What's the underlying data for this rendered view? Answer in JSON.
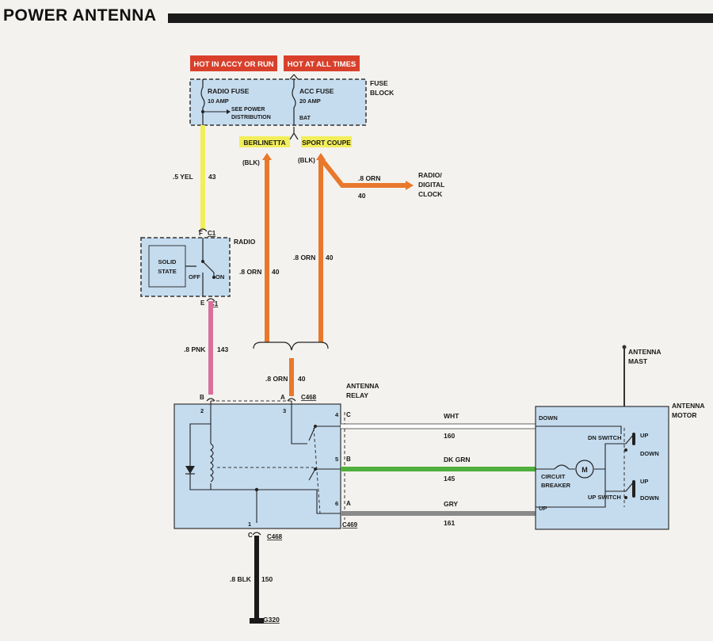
{
  "title": "POWER ANTENNA",
  "hot": {
    "accy": "HOT IN ACCY OR RUN",
    "always": "HOT AT ALL TIMES"
  },
  "fuse_block": {
    "label1": "FUSE",
    "label2": "BLOCK",
    "radio_fuse": "RADIO FUSE",
    "radio_amp": "10 AMP",
    "see1": "SEE POWER",
    "see2": "DISTRIBUTION",
    "acc_fuse": "ACC FUSE",
    "acc_amp": "20 AMP",
    "bat": "BAT"
  },
  "models": {
    "berlinetta": "BERLINETTA",
    "sport_coupe": "SPORT COUPE",
    "blk": "(BLK)"
  },
  "wires": {
    "yel_size": ".5 YEL",
    "yel_num": "43",
    "orn_size": ".8 ORN",
    "orn_num": "40",
    "pnk_size": ".8 PNK",
    "pnk_num": "143",
    "blk_size": ".8 BLK",
    "blk_num": "150",
    "wht": "WHT",
    "wht_num": "160",
    "dkgrn": "DK GRN",
    "dkgrn_num": "145",
    "gry": "GRY",
    "gry_num": "161"
  },
  "radio_clock": {
    "line1": "RADIO/",
    "line2": "DIGITAL",
    "line3": "CLOCK"
  },
  "radio": {
    "label": "RADIO",
    "ss1": "SOLID",
    "ss2": "STATE",
    "off": "OFF",
    "on": "ON"
  },
  "connectors": {
    "f": "F",
    "c1": "C1",
    "e": "E",
    "b": "B",
    "a": "A",
    "c468": "C468",
    "c469": "C469",
    "c": "C",
    "g320": "G320"
  },
  "relay": {
    "label1": "ANTENNA",
    "label2": "RELAY",
    "pin2": "2",
    "pin3": "3",
    "pin4": "4",
    "pin5": "5",
    "pin6": "6",
    "pin1": "1",
    "c": "C",
    "b": "B",
    "a": "A"
  },
  "motor": {
    "label1": "ANTENNA",
    "label2": "MOTOR",
    "mast1": "ANTENNA",
    "mast2": "MAST",
    "down": "DOWN",
    "up": "UP",
    "dn_switch": "DN SWITCH",
    "up_switch": "UP SWITCH",
    "cb1": "CIRCUIT",
    "cb2": "BREAKER",
    "m": "M"
  },
  "colors": {
    "box": "#c5dcef",
    "yellow": "#f2ee5a",
    "orange": "#e8782c",
    "pink": "#d9709a",
    "green": "#4fae3c",
    "gray": "#8a8a8a",
    "hot": "#d9402b"
  }
}
